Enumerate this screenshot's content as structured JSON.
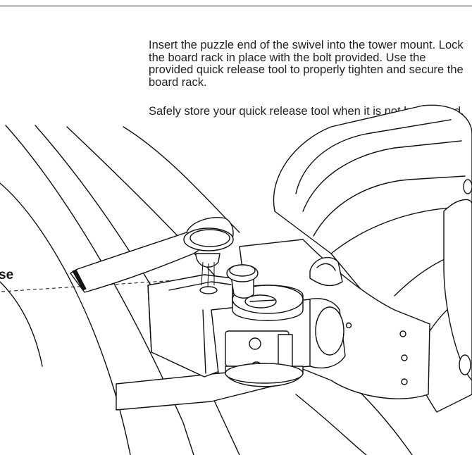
{
  "instructions": {
    "step_text": "Insert the puzzle end of the swivel into the tower mount. Lock the board rack in place with the bolt provided. Use the provided quick release tool to properly tighten and secure the board rack.",
    "storage_note": "Safely store your quick release tool when it is not being used."
  },
  "illustration": {
    "callout_label": "se"
  }
}
